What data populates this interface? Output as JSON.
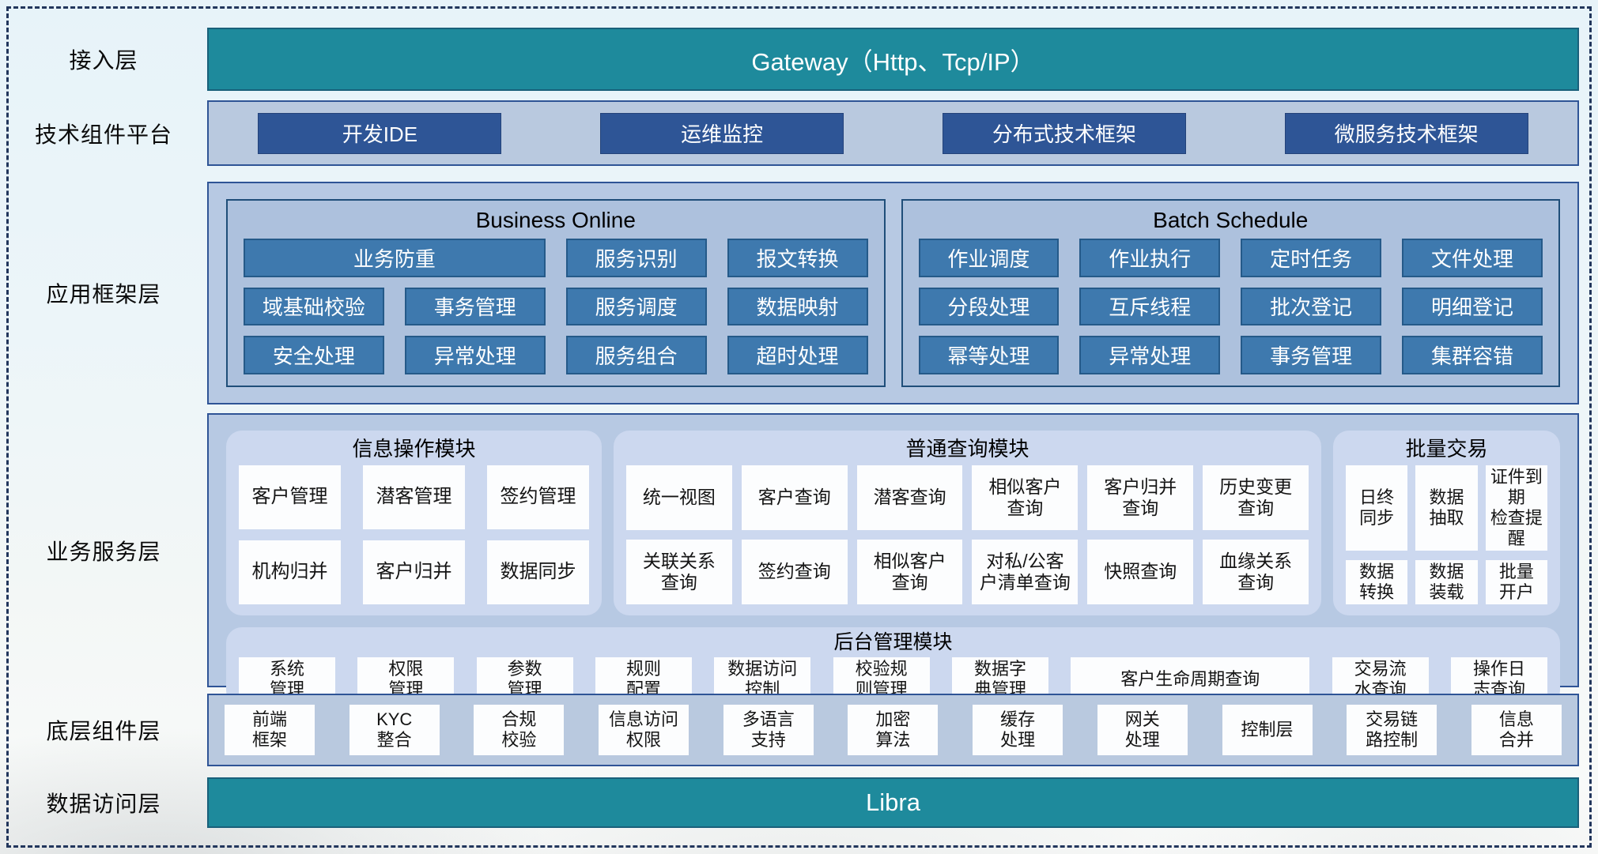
{
  "colors": {
    "teal_bar": "#1e8a9c",
    "navy_border": "#2f5496",
    "dark_blue_button": "#2e5596",
    "steel_blue_chip": "#3e79ae",
    "layer_fill": "#b9c9df",
    "framework_fill": "#b7c9e3",
    "module_fill": "#ccd8ef",
    "white_chip": "#fcfdfe"
  },
  "labels": {
    "access": "接入层",
    "tech": "技术组件平台",
    "framework": "应用框架层",
    "service": "业务服务层",
    "components": "底层组件层",
    "data_access": "数据访问层"
  },
  "access": {
    "gateway": "Gateway（Http、Tcp/IP）"
  },
  "tech": {
    "buttons": [
      "开发IDE",
      "运维监控",
      "分布式技术框架",
      "微服务技术框架"
    ]
  },
  "framework": {
    "business_online": {
      "title": "Business Online",
      "row1": [
        "业务防重",
        "服务识别",
        "报文转换"
      ],
      "row2": [
        "域基础校验",
        "事务管理",
        "服务调度",
        "数据映射"
      ],
      "row3": [
        "安全处理",
        "异常处理",
        "服务组合",
        "超时处理"
      ]
    },
    "batch_schedule": {
      "title": "Batch Schedule",
      "row1": [
        "作业调度",
        "作业执行",
        "定时任务",
        "文件处理"
      ],
      "row2": [
        "分段处理",
        "互斥线程",
        "批次登记",
        "明细登记"
      ],
      "row3": [
        "幂等处理",
        "异常处理",
        "事务管理",
        "集群容错"
      ]
    }
  },
  "service": {
    "info_ops": {
      "title": "信息操作模块",
      "row1": [
        "客户管理",
        "潜客管理",
        "签约管理"
      ],
      "row2": [
        "机构归并",
        "客户归并",
        "数据同步"
      ]
    },
    "query": {
      "title": "普通查询模块",
      "row1": [
        "统一视图",
        "客户查询",
        "潜客查询",
        "相似客户\n查询",
        "客户归并\n查询",
        "历史变更\n查询"
      ],
      "row2": [
        "关联关系\n查询",
        "签约查询",
        "相似客户\n查询",
        "对私/公客\n户清单查询",
        "快照查询",
        "血缘关系\n查询"
      ]
    },
    "batch_trade": {
      "title": "批量交易",
      "row1": [
        "日终\n同步",
        "数据\n抽取",
        "证件到期\n检查提醒"
      ],
      "row2": [
        "数据\n转换",
        "数据\n装载",
        "批量\n开户"
      ]
    },
    "admin": {
      "title": "后台管理模块",
      "items": [
        "系统\n管理",
        "权限\n管理",
        "参数\n管理",
        "规则\n配置",
        "数据访问\n控制",
        "校验规\n则管理",
        "数据字\n典管理",
        "客户生命周期查询",
        "交易流\n水查询",
        "操作日\n志查询"
      ]
    }
  },
  "components": {
    "items": [
      "前端\n框架",
      "KYC\n整合",
      "合规\n校验",
      "信息访问\n权限",
      "多语言\n支持",
      "加密\n算法",
      "缓存\n处理",
      "网关\n处理",
      "控制层",
      "交易链\n路控制",
      "信息\n合并"
    ]
  },
  "data_access": {
    "bar": "Libra"
  }
}
